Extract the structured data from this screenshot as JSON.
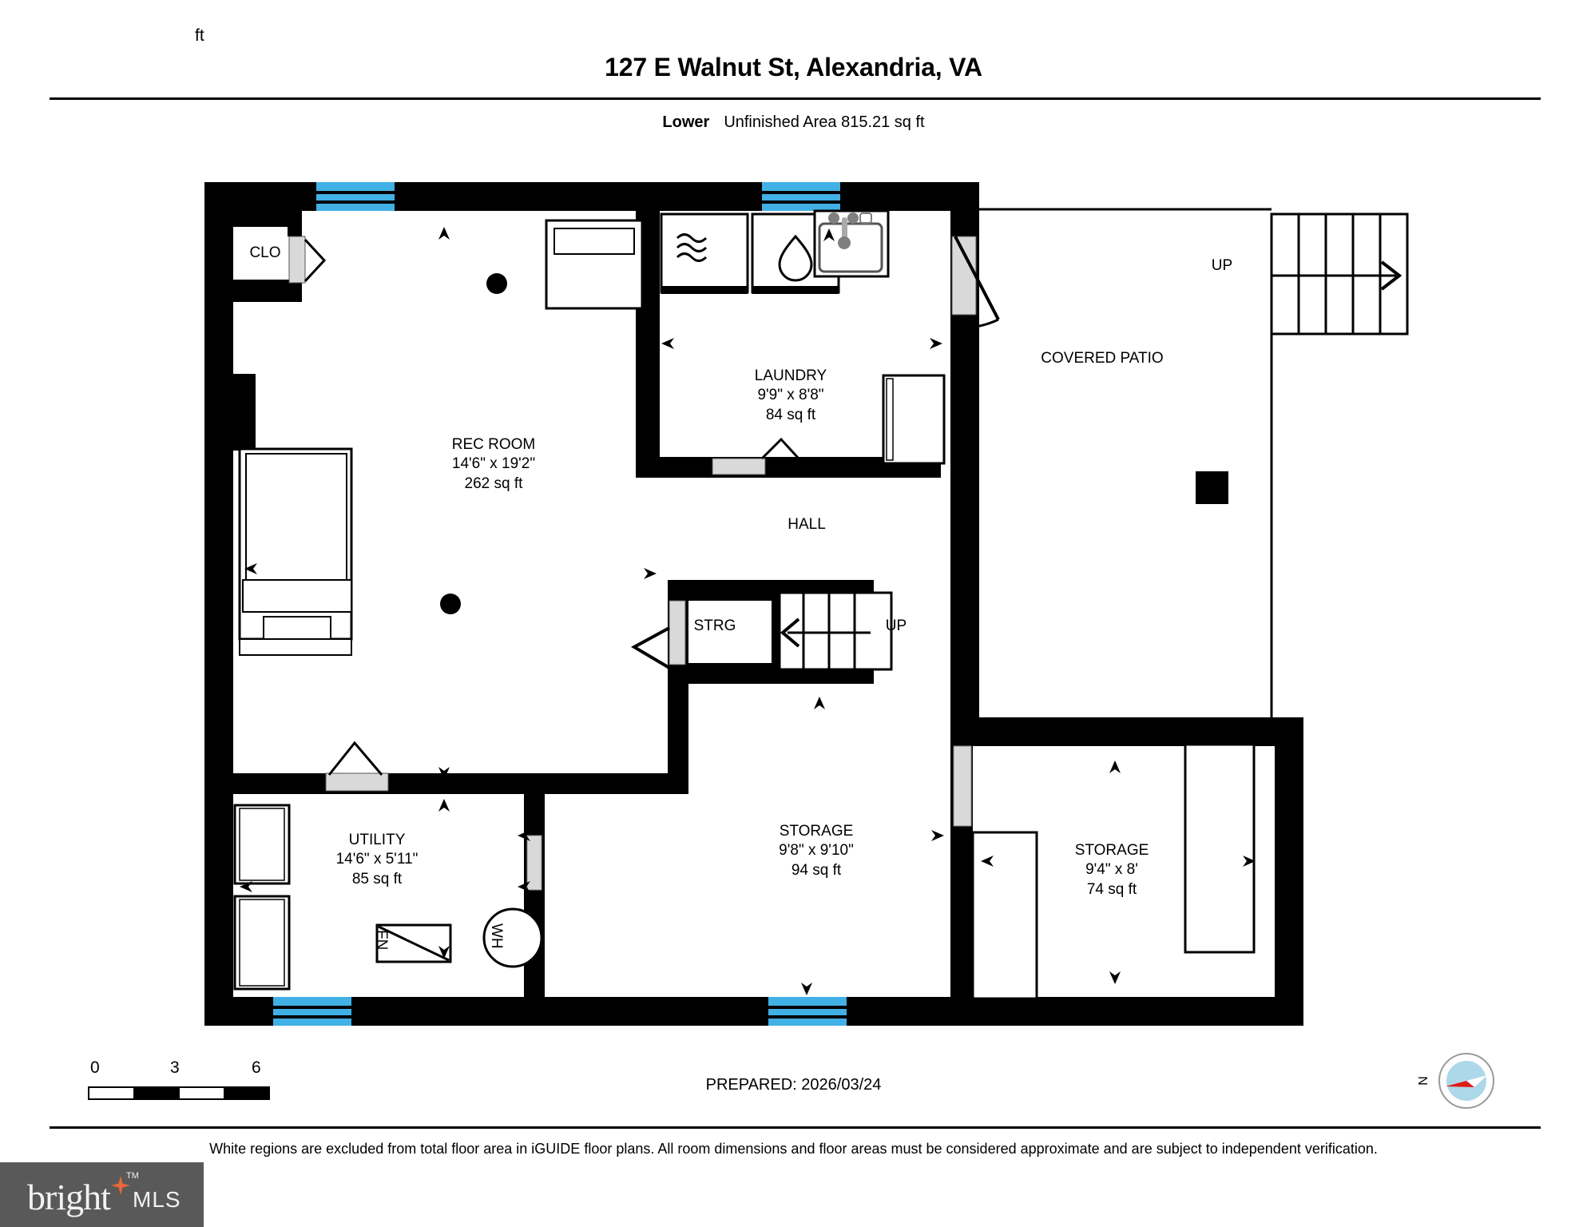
{
  "header": {
    "title": "127 E Walnut St, Alexandria, VA",
    "floor_level": "Lower",
    "area_summary": "Unfinished Area 815.21 sq ft"
  },
  "rooms": [
    {
      "name": "CLO",
      "dims": "",
      "area": ""
    },
    {
      "name": "REC ROOM",
      "dims": "14'6\" x 19'2\"",
      "area": "262 sq ft"
    },
    {
      "name": "LAUNDRY",
      "dims": "9'9\" x 8'8\"",
      "area": "84 sq ft"
    },
    {
      "name": "HALL",
      "dims": "",
      "area": ""
    },
    {
      "name": "STRG",
      "dims": "",
      "area": ""
    },
    {
      "name": "UTILITY",
      "dims": "14'6\" x 5'11\"",
      "area": "85 sq ft"
    },
    {
      "name": "STORAGE",
      "dims": "9'8\" x 9'10\"",
      "area": "94 sq ft"
    },
    {
      "name": "STORAGE",
      "dims": "9'4\" x 8'",
      "area": "74 sq ft"
    },
    {
      "name": "COVERED PATIO",
      "dims": "",
      "area": ""
    }
  ],
  "labels": {
    "clo": "CLO",
    "rec_room_name": "REC ROOM",
    "rec_room_dims": "14'6\" x 19'2\"",
    "rec_room_area": "262 sq ft",
    "laundry_name": "LAUNDRY",
    "laundry_dims": "9'9\" x 8'8\"",
    "laundry_area": "84 sq ft",
    "hall": "HALL",
    "strg": "STRG",
    "utility_name": "UTILITY",
    "utility_dims": "14'6\" x 5'11\"",
    "utility_area": "85 sq ft",
    "storage_mid_name": "STORAGE",
    "storage_mid_dims": "9'8\" x 9'10\"",
    "storage_mid_area": "94 sq ft",
    "storage_right_name": "STORAGE",
    "storage_right_dims": "9'4\" x 8'",
    "storage_right_area": "74 sq ft",
    "covered_patio": "COVERED PATIO",
    "up_patio": "UP",
    "up_hall": "UP",
    "water_heater": "WH",
    "furnace": "FN"
  },
  "scale": {
    "tick_0": "0",
    "tick_3": "3",
    "tick_6": "6",
    "unit": "ft"
  },
  "footer": {
    "prepared": "PREPARED: 2026/03/24",
    "disclaimer": "White regions are excluded from total floor area in iGUIDE floor plans. All room dimensions and floor areas must be considered approximate and are subject to independent verification.",
    "compass_north": "N",
    "brand_name": "bright",
    "brand_suffix": "MLS",
    "brand_tm": "TM"
  },
  "colors": {
    "wall": "#000000",
    "window": "#41B0E4",
    "door_swing": "#D9D9D9",
    "compass_disc": "#ADD8EA",
    "compass_needle": "#E01B16",
    "brand_bg": "#595959",
    "brand_accent": "#E8693A"
  }
}
